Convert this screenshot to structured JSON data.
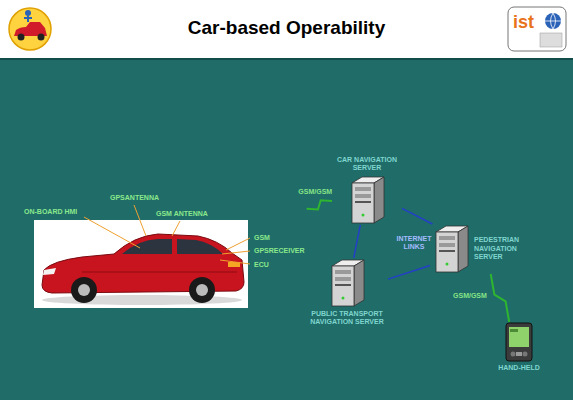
{
  "diagram": {
    "title": "Car-based Operability",
    "nodes": [
      {
        "text": [
          "ON-BOARD HMI",
          "GPSANTENNA",
          "GSM ANTENNA",
          "GSM",
          "GPSRECEIVER",
          "ECU"
        ]
      },
      {
        "text": [
          "CAR NAVIGATION SERVER"
        ]
      },
      {
        "text": [
          "PEDESTRIAN NAVIGATION SERVER"
        ]
      },
      {
        "text": [
          "PUBLIC TRANSPORT NAVIGATION SERVER"
        ]
      },
      {
        "text": [
          "HAND-HELD"
        ]
      }
    ],
    "edges": [
      {
        "from": 0,
        "to": 1,
        "arrow": "none",
        "label": "GSM/GSM"
      },
      {
        "from": 1,
        "to": 2,
        "arrow": "none"
      },
      {
        "from": 1,
        "to": 3,
        "arrow": "none"
      },
      {
        "from": 3,
        "to": 2,
        "arrow": "none"
      },
      {
        "from": 2,
        "to": 4,
        "arrow": "none",
        "label": "GSM/GSM"
      }
    ],
    "labels": [
      "INTERNET LINKS",
      "ist"
    ]
  }
}
